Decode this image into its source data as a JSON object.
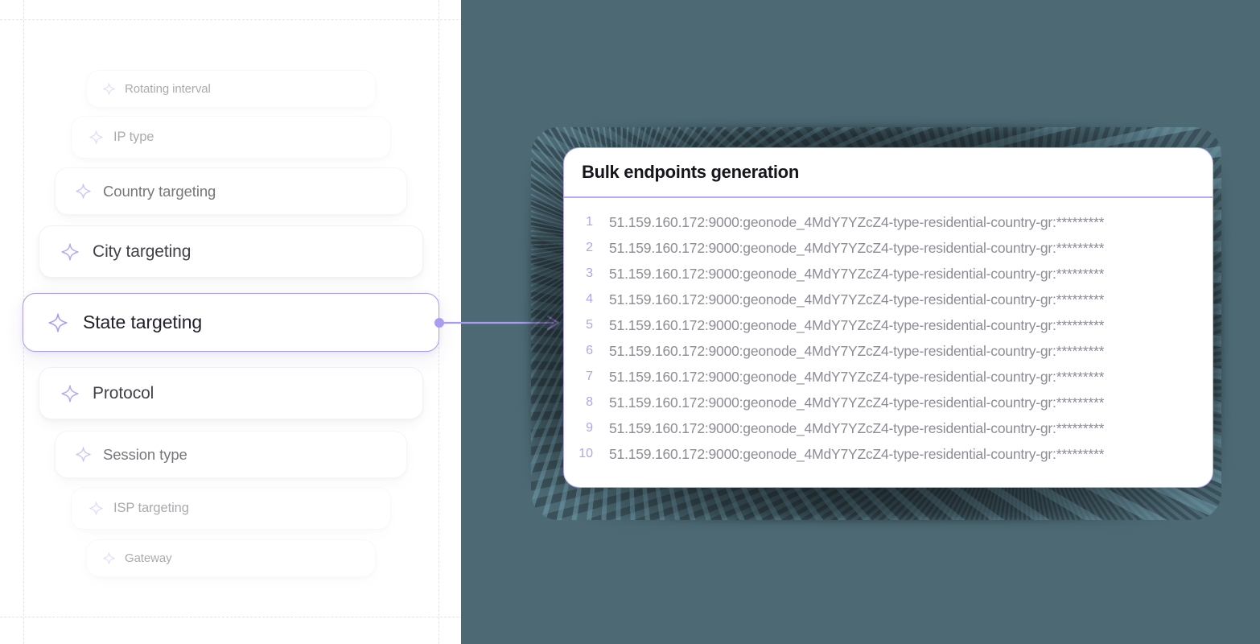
{
  "colors": {
    "canvas": "#ffffff",
    "teal_background": "#4c6974",
    "accent_purple": "#a99cf2",
    "panel_border": "#b7abf5",
    "line_number": "#b0a4ee",
    "code_text": "#8c8c96",
    "card_label": "#22222c",
    "guide_dash": "#e4e4e8"
  },
  "sidebar": {
    "items": [
      {
        "label": "Rotating interval",
        "icon": "sparkle-icon",
        "selected": false,
        "tier": 3
      },
      {
        "label": "IP type",
        "icon": "sparkle-icon",
        "selected": false,
        "tier": 3
      },
      {
        "label": "Country targeting",
        "icon": "sparkle-icon",
        "selected": false,
        "tier": 2
      },
      {
        "label": "City targeting",
        "icon": "sparkle-icon",
        "selected": false,
        "tier": 1
      },
      {
        "label": "State targeting",
        "icon": "sparkle-icon",
        "selected": true,
        "tier": 0
      },
      {
        "label": "Protocol",
        "icon": "sparkle-icon",
        "selected": false,
        "tier": 1
      },
      {
        "label": "Session type",
        "icon": "sparkle-icon",
        "selected": false,
        "tier": 2
      },
      {
        "label": "ISP targeting",
        "icon": "sparkle-icon",
        "selected": false,
        "tier": 3
      },
      {
        "label": "Gateway",
        "icon": "sparkle-icon",
        "selected": false,
        "tier": 3
      }
    ]
  },
  "connector": {
    "icon": "arrow-right-icon",
    "from_item": "State targeting",
    "to_panel": "Bulk endpoints generation"
  },
  "panel": {
    "title": "Bulk endpoints generation",
    "lines": [
      {
        "number": "1",
        "text": "51.159.160.172:9000:geonode_4MdY7YZcZ4-type-residential-country-gr:*********"
      },
      {
        "number": "2",
        "text": "51.159.160.172:9000:geonode_4MdY7YZcZ4-type-residential-country-gr:*********"
      },
      {
        "number": "3",
        "text": "51.159.160.172:9000:geonode_4MdY7YZcZ4-type-residential-country-gr:*********"
      },
      {
        "number": "4",
        "text": "51.159.160.172:9000:geonode_4MdY7YZcZ4-type-residential-country-gr:*********"
      },
      {
        "number": "5",
        "text": "51.159.160.172:9000:geonode_4MdY7YZcZ4-type-residential-country-gr:*********"
      },
      {
        "number": "6",
        "text": "51.159.160.172:9000:geonode_4MdY7YZcZ4-type-residential-country-gr:*********"
      },
      {
        "number": "7",
        "text": "51.159.160.172:9000:geonode_4MdY7YZcZ4-type-residential-country-gr:*********"
      },
      {
        "number": "8",
        "text": "51.159.160.172:9000:geonode_4MdY7YZcZ4-type-residential-country-gr:*********"
      },
      {
        "number": "9",
        "text": "51.159.160.172:9000:geonode_4MdY7YZcZ4-type-residential-country-gr:*********"
      },
      {
        "number": "10",
        "text": "51.159.160.172:9000:geonode_4MdY7YZcZ4-type-residential-country-gr:*********"
      }
    ]
  }
}
